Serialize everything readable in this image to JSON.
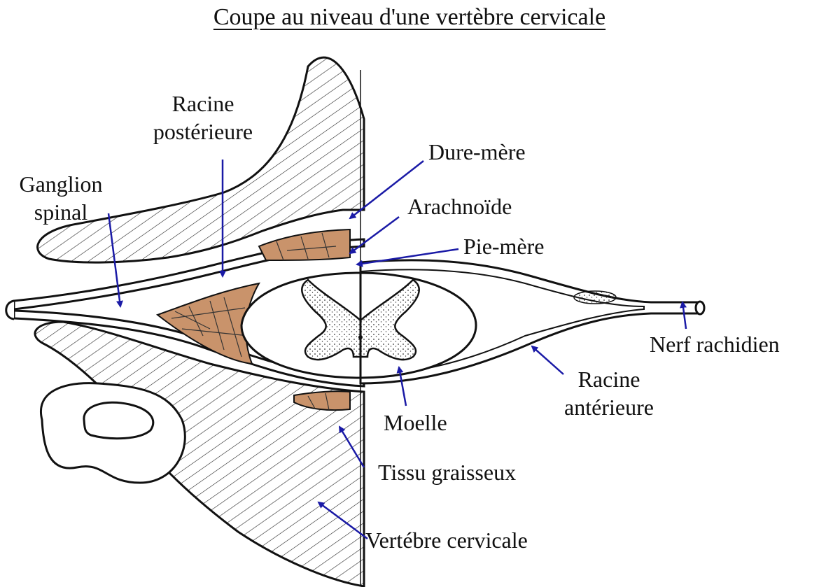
{
  "title": "Coupe au niveau d'une vertèbre cervicale",
  "labels": {
    "racine_posterieure": [
      "Racine",
      "postérieure"
    ],
    "ganglion_spinal": [
      "Ganglion",
      "spinal"
    ],
    "dure_mere": "Dure-mère",
    "arachnoide": "Arachnoïde",
    "pie_mere": "Pie-mère",
    "nerf_rachidien": "Nerf rachidien",
    "racine_anterieure": [
      "Racine",
      "antérieure"
    ],
    "moelle": "Moelle",
    "tissu_graisseux": "Tissu graisseux",
    "vertebre_cervicale": "Vertébre cervicale"
  },
  "colors": {
    "arrow": "#1a1aa6",
    "fat": "#c9936b",
    "ink": "#111111",
    "paper": "#ffffff"
  }
}
